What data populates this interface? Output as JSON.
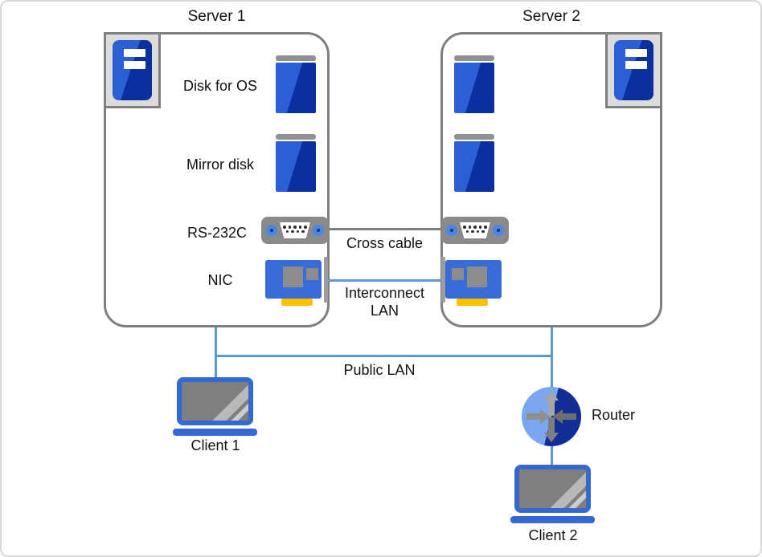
{
  "server1": {
    "title": "Server 1",
    "labels": {
      "disk_os": "Disk for OS",
      "mirror_disk": "Mirror disk",
      "rs232c": "RS-232C",
      "nic": "NIC"
    }
  },
  "server2": {
    "title": "Server 2"
  },
  "connections": {
    "cross_cable": "Cross cable",
    "interconnect_line1": "Interconnect",
    "interconnect_line2": "LAN",
    "public_lan": "Public LAN"
  },
  "nodes": {
    "client1": "Client 1",
    "client2": "Client 2",
    "router": "Router"
  },
  "colors": {
    "device_blue_light": "#2c5fd4",
    "device_blue_dark": "#0a2f9e",
    "nic_blue": "#3a6cd9",
    "nic_port_yellow": "#ffc000",
    "lan_line_blue": "#5b9bd5",
    "cross_cable_gray": "#7f7f7f",
    "serial_body_gray": "#8a8a8a",
    "serial_screw_blue": "#4a86e8",
    "laptop_blue": "#3668d1",
    "router_blue_light": "#7ba6f0",
    "router_blue_dark": "#112d96",
    "box_border_gray": "#7f7f7f"
  }
}
